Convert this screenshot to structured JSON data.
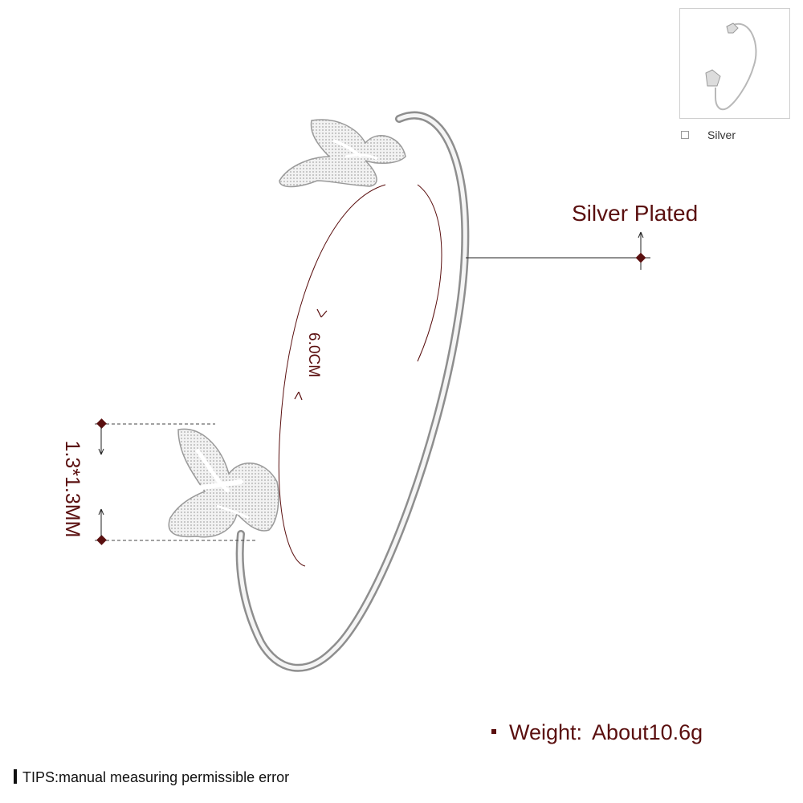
{
  "variant": {
    "thumbnail_icon": "bangle-thumbnail",
    "color_label": "Silver"
  },
  "specs": {
    "material": "Silver Plated",
    "inner_diameter": "6.0CM",
    "butterfly_size": "1.3*1.3MM",
    "weight_key": "Weight:",
    "weight_value": "About10.6g"
  },
  "tips": "TIPS:manual measuring permissible error",
  "colors": {
    "accent": "#5a0f0f",
    "metal": "#c8c8c8"
  }
}
